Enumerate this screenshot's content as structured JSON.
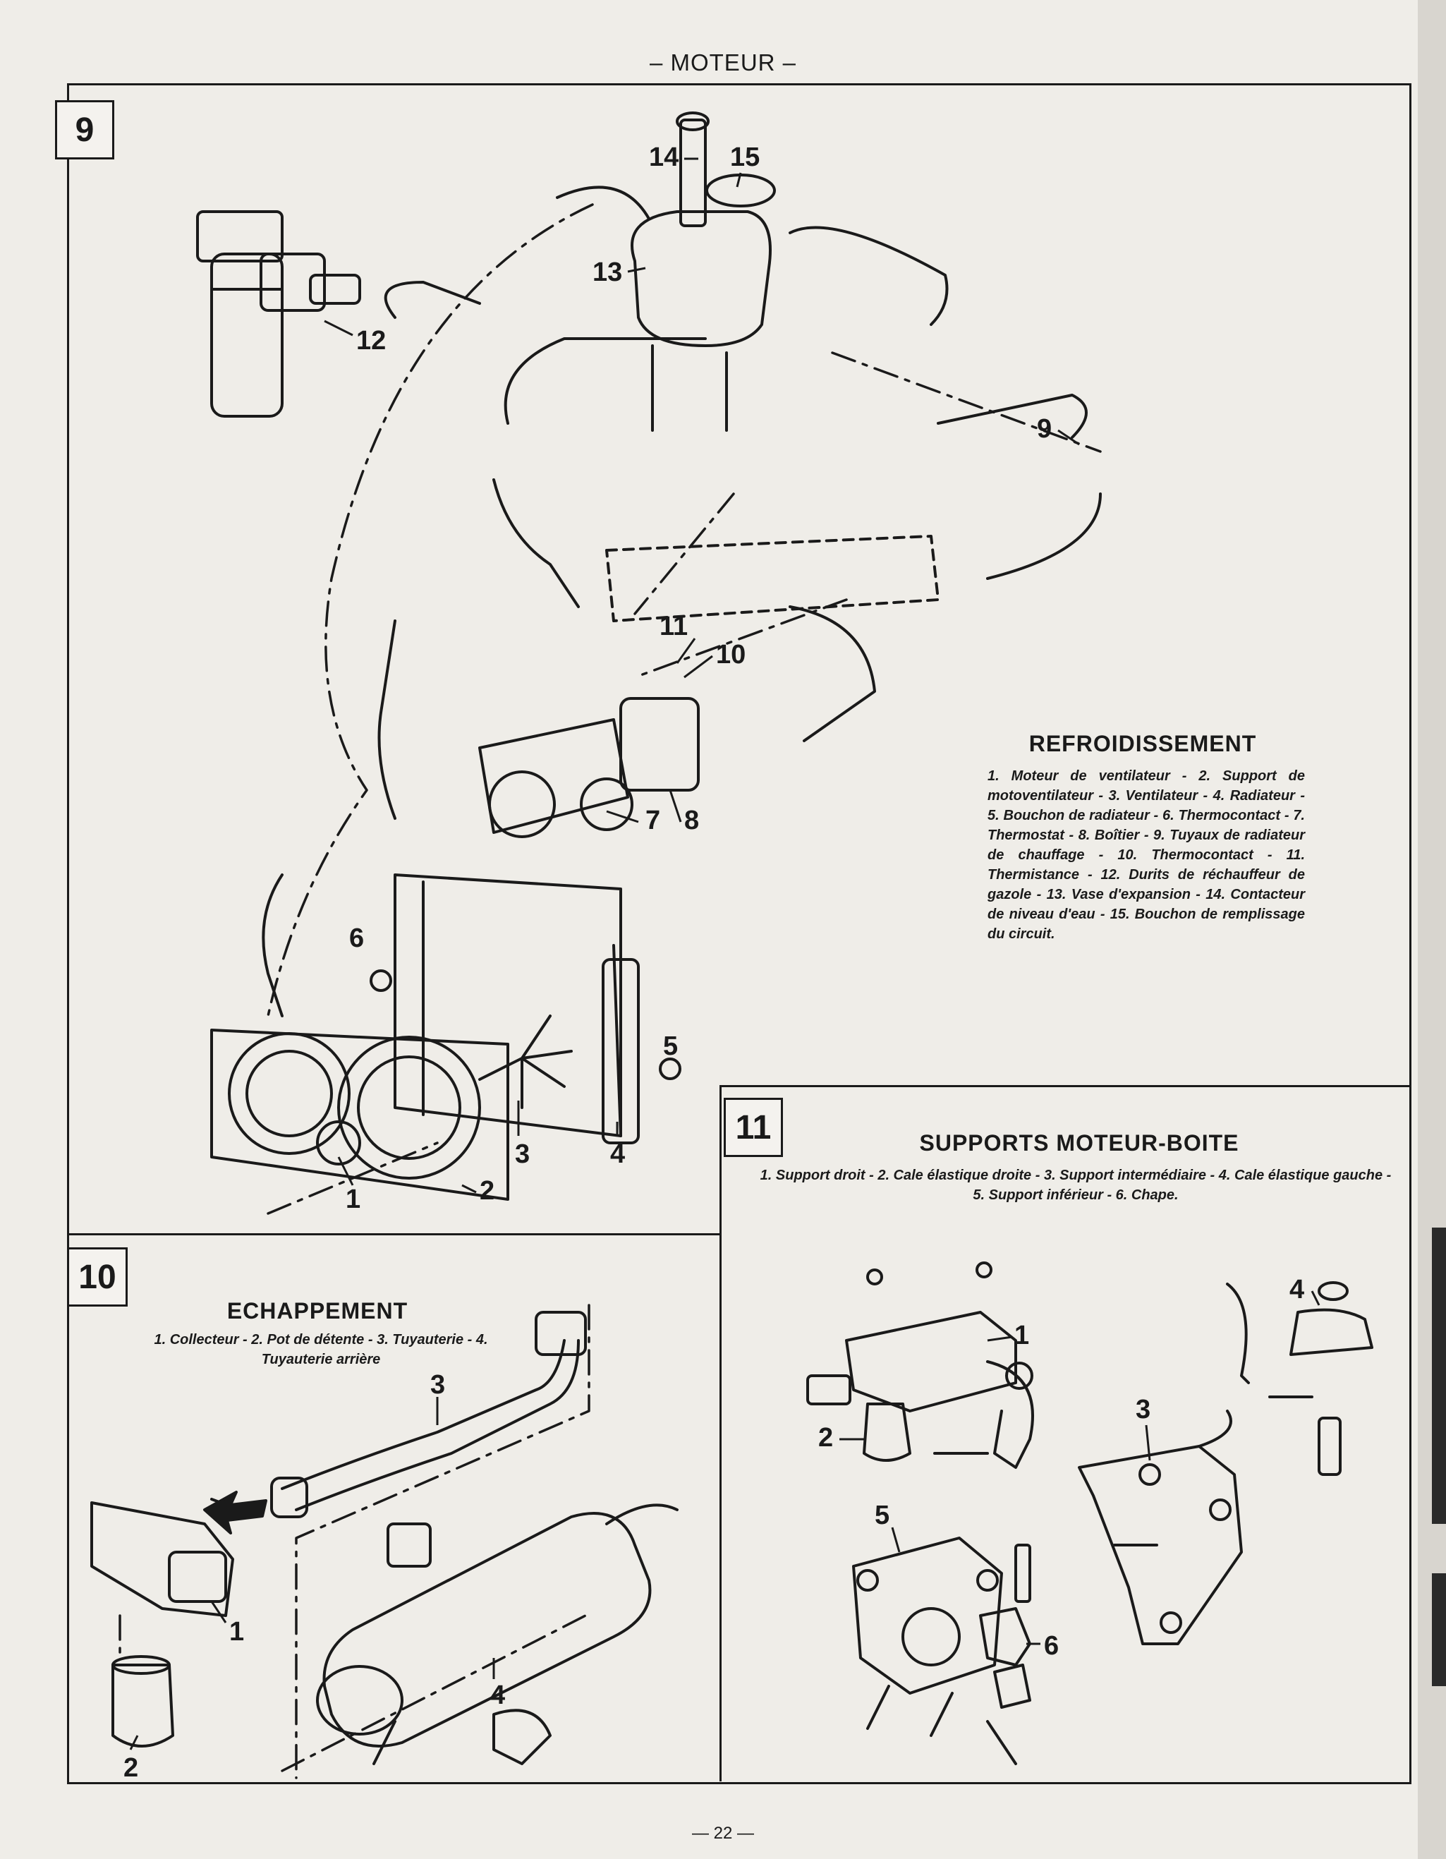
{
  "page": {
    "header": "– MOTEUR –",
    "footer": "— 22 —"
  },
  "panel9": {
    "number": "9",
    "title": "REFROIDISSEMENT",
    "caption": "1. Moteur de ventilateur - 2. Support de motoventilateur - 3. Ventilateur - 4. Radiateur - 5. Bouchon de radiateur - 6. Thermocontact - 7. Thermostat - 8. Boîtier - 9. Tuyaux de radiateur de chauffage - 10. Thermocontact - 11. Thermistance - 12. Durits de réchauffeur de gazole - 13. Vase d'expansion - 14. Contacteur de niveau d'eau - 15. Bouchon de remplissage du circuit.",
    "callouts": [
      "14",
      "15",
      "13",
      "12",
      "9",
      "11",
      "10",
      "7",
      "8",
      "6",
      "5",
      "3",
      "4",
      "2",
      "1"
    ]
  },
  "panel10": {
    "number": "10",
    "title": "ECHAPPEMENT",
    "caption": "1. Collecteur - 2. Pot de détente - 3. Tuyauterie - 4. Tuyauterie arrière",
    "callouts": [
      "3",
      "1",
      "4",
      "2"
    ]
  },
  "panel11": {
    "number": "11",
    "title": "SUPPORTS MOTEUR-BOITE",
    "caption": "1. Support droit - 2. Cale élastique droite - 3. Support intermédiaire - 4. Cale élastique gauche - 5. Support inférieur - 6. Chape.",
    "callouts": [
      "1",
      "4",
      "2",
      "3",
      "5",
      "6"
    ]
  },
  "colors": {
    "ink": "#1a1a1a",
    "paper": "#efede8"
  }
}
